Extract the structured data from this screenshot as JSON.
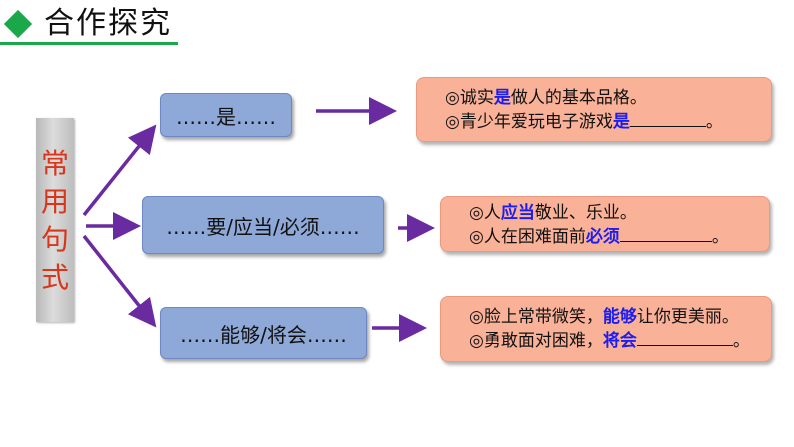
{
  "header": {
    "title": "合作探究"
  },
  "side_label": [
    "常",
    "用",
    "句",
    "式"
  ],
  "patterns": [
    {
      "label": "……是……"
    },
    {
      "label": "……要/应当/必须……"
    },
    {
      "label": "……能够/将会……"
    }
  ],
  "examples": [
    {
      "line1": {
        "pre": "◎诚实",
        "kw": "是",
        "post": "做人的基本品格。"
      },
      "line2": {
        "pre": "◎青少年爱玩电子游戏",
        "kw": "是",
        "post": "。"
      }
    },
    {
      "line1": {
        "pre": "◎人",
        "kw": "应当",
        "post": "敬业、乐业。"
      },
      "line2": {
        "pre": "◎人在困难面前",
        "kw": "必须",
        "post": "。"
      }
    },
    {
      "line1": {
        "pre": "◎脸上常带微笑，",
        "kw": "能够",
        "post": "让你更美丽。"
      },
      "line2": {
        "pre": "◎勇敢面对困难，",
        "kw": "将会",
        "post": "。"
      }
    }
  ],
  "colors": {
    "accent": "#1aa84a",
    "arrow": "#6a2aa0",
    "side_text": "#d8361b",
    "keyword": "#1d1df0",
    "pattern_box": "#8ea8d8",
    "example_box": "#f9b198"
  }
}
